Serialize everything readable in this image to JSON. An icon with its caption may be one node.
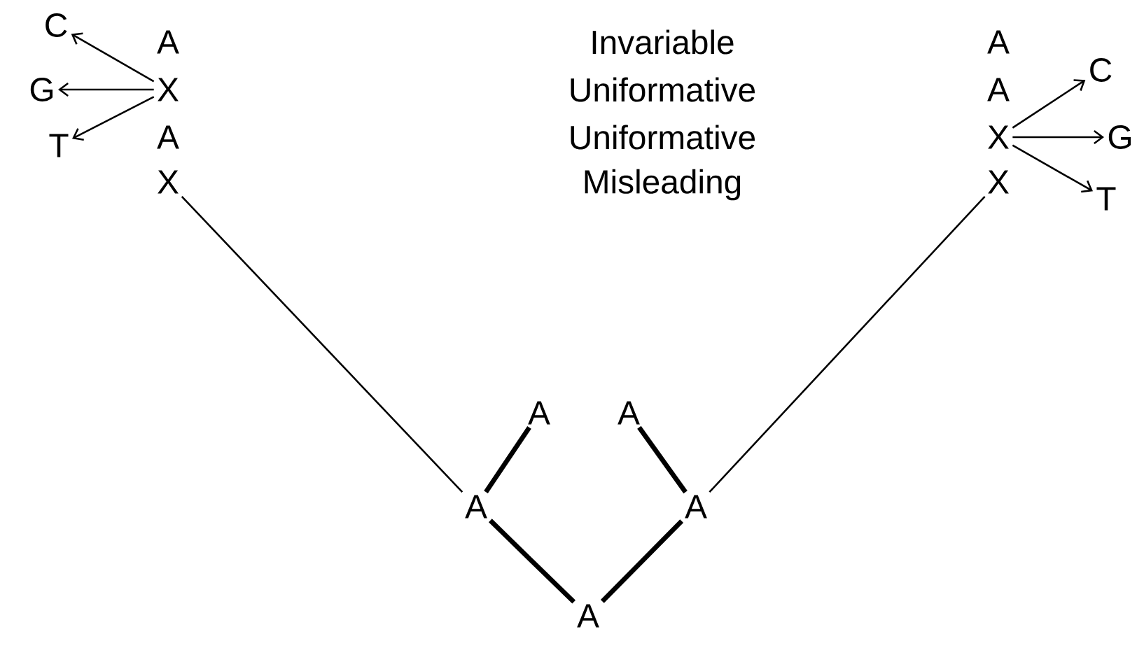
{
  "diagram": {
    "nodes": [
      {
        "text": [
          "A"
        ]
      },
      {
        "text": [
          "X"
        ]
      },
      {
        "text": [
          "A"
        ]
      },
      {
        "text": [
          "X"
        ]
      },
      {
        "text": [
          "C"
        ]
      },
      {
        "text": [
          "G"
        ]
      },
      {
        "text": [
          "T"
        ]
      },
      {
        "text": [
          "A"
        ]
      },
      {
        "text": [
          "A"
        ]
      },
      {
        "text": [
          "X"
        ]
      },
      {
        "text": [
          "X"
        ]
      },
      {
        "text": [
          "C"
        ]
      },
      {
        "text": [
          "G"
        ]
      },
      {
        "text": [
          "T"
        ]
      },
      {
        "text": [
          "A"
        ]
      },
      {
        "text": [
          "A"
        ]
      },
      {
        "text": [
          "A"
        ]
      },
      {
        "text": [
          "A"
        ]
      },
      {
        "text": [
          "A"
        ]
      }
    ],
    "edges": [
      {
        "from": 1,
        "to": 4,
        "arrow": "to"
      },
      {
        "from": 1,
        "to": 5,
        "arrow": "to"
      },
      {
        "from": 1,
        "to": 6,
        "arrow": "to"
      },
      {
        "from": 9,
        "to": 11,
        "arrow": "to"
      },
      {
        "from": 9,
        "to": 12,
        "arrow": "to"
      },
      {
        "from": 9,
        "to": 13,
        "arrow": "to"
      },
      {
        "from": 16,
        "to": 3,
        "arrow": "none"
      },
      {
        "from": 16,
        "to": 14,
        "arrow": "none",
        "style": "thick"
      },
      {
        "from": 18,
        "to": 16,
        "arrow": "none",
        "style": "thick"
      },
      {
        "from": 18,
        "to": 17,
        "arrow": "none",
        "style": "thick"
      },
      {
        "from": 17,
        "to": 15,
        "arrow": "none",
        "style": "thick"
      },
      {
        "from": 17,
        "to": 10,
        "arrow": "none"
      }
    ],
    "labels": [
      "Invariable",
      "Uniformative",
      "Uniformative",
      "Misleading"
    ]
  }
}
